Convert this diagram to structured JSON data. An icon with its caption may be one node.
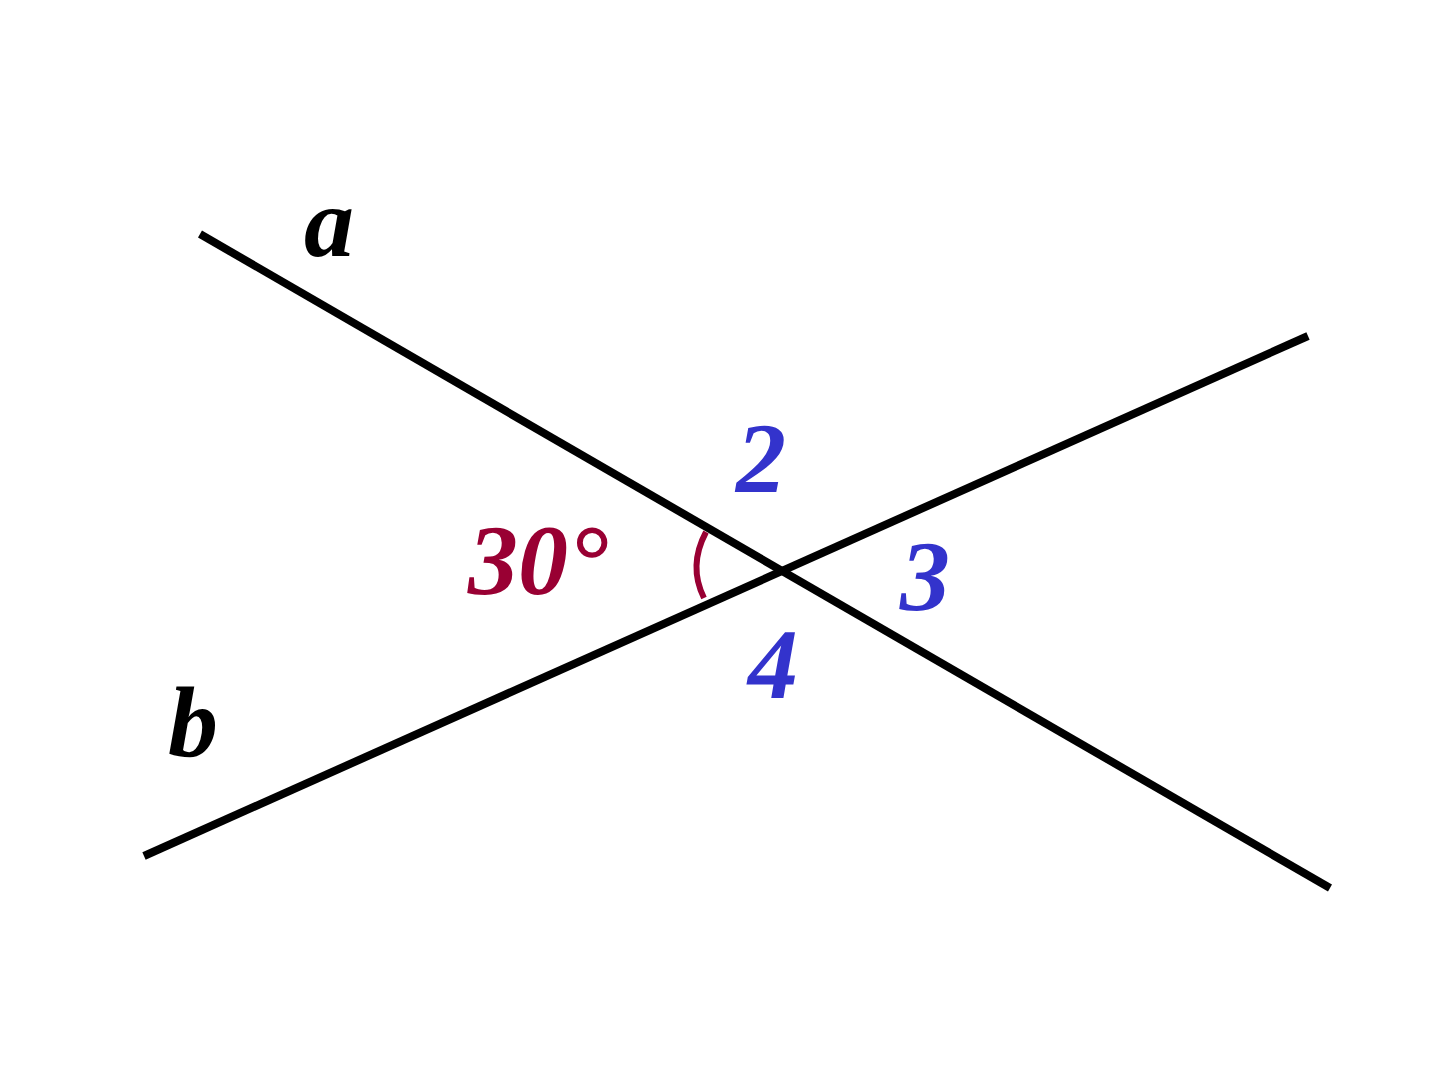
{
  "diagram": {
    "labels": [
      "a",
      "2",
      "30°",
      "3",
      "4",
      "b"
    ]
  }
}
